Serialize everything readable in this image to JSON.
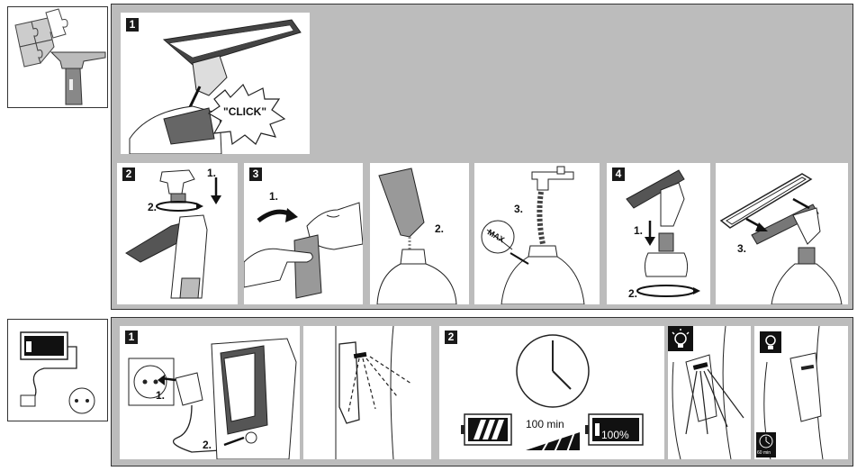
{
  "assembly": {
    "step1": {
      "number": "1",
      "click_text": "\"CLICK\""
    },
    "step2": {
      "number": "2",
      "label_1": "1.",
      "label_2": "2."
    },
    "step3": {
      "number": "3",
      "label_1": "1.",
      "label_2": "2.",
      "label_3": "3.",
      "max_label": "MAX"
    },
    "step4": {
      "number": "4",
      "label_1": "1.",
      "label_2": "2.",
      "label_3": "3."
    }
  },
  "charging": {
    "step1": {
      "number": "1",
      "label_1": "1.",
      "label_2": "2."
    },
    "step2": {
      "number": "2",
      "time": "100 min",
      "battery_full": "100%",
      "timer_label": "60 min"
    }
  }
}
